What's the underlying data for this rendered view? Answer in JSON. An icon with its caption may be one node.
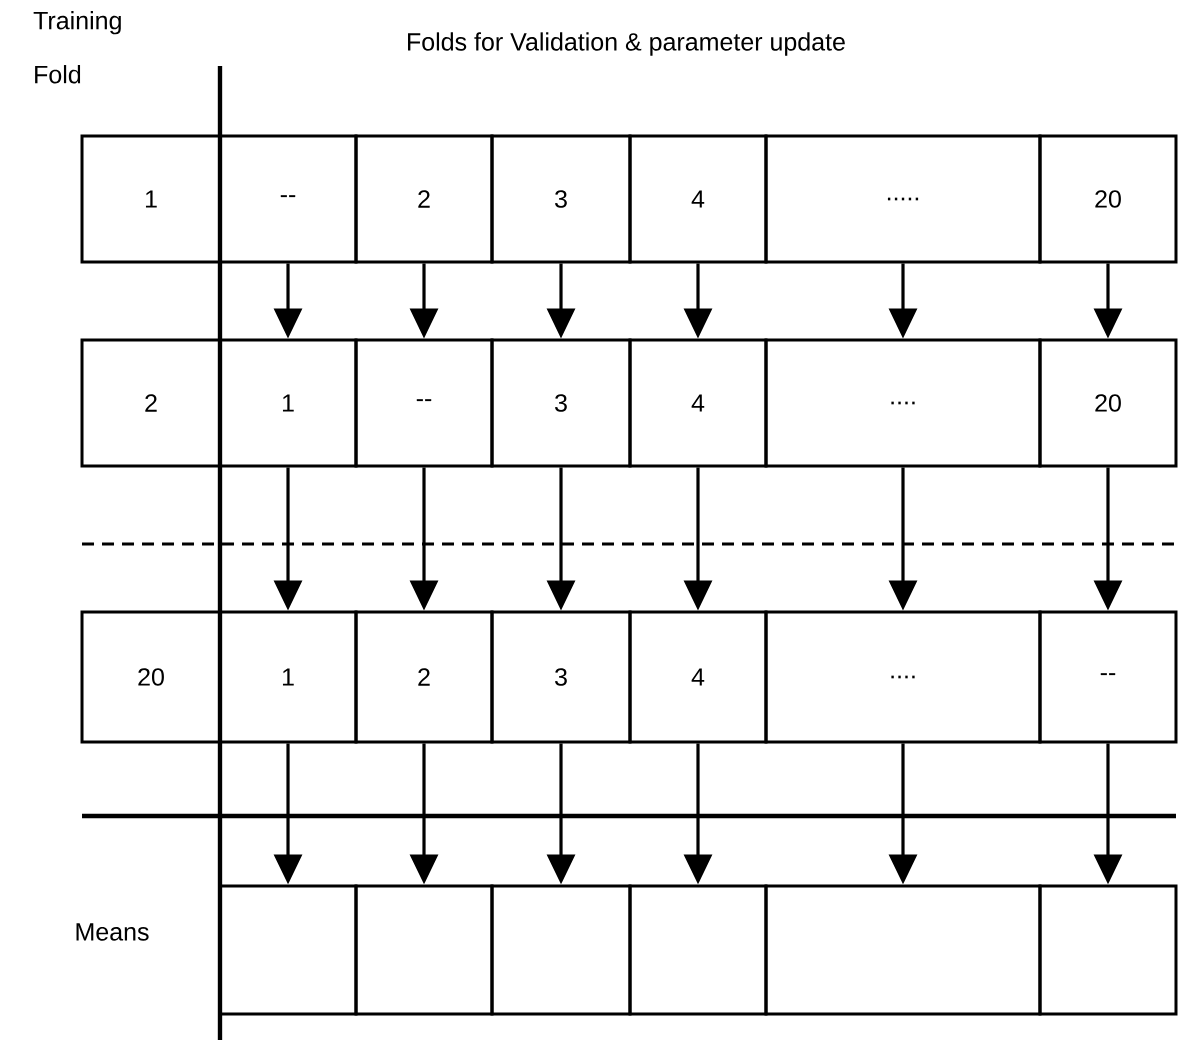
{
  "diagram": {
    "nodes": [
      {
        "text": [
          "1"
        ]
      },
      {
        "text": [
          "--"
        ]
      },
      {
        "text": [
          "2"
        ]
      },
      {
        "text": [
          "3"
        ]
      },
      {
        "text": [
          "4"
        ]
      },
      {
        "text": [
          "....."
        ]
      },
      {
        "text": [
          "20"
        ]
      },
      {
        "text": [
          "2"
        ]
      },
      {
        "text": [
          "1"
        ]
      },
      {
        "text": [
          "--"
        ]
      },
      {
        "text": [
          "3"
        ]
      },
      {
        "text": [
          "4"
        ]
      },
      {
        "text": [
          "...."
        ]
      },
      {
        "text": [
          "20"
        ]
      },
      {
        "text": [
          "20"
        ]
      },
      {
        "text": [
          "1"
        ]
      },
      {
        "text": [
          "2"
        ]
      },
      {
        "text": [
          "3"
        ]
      },
      {
        "text": [
          "4"
        ]
      },
      {
        "text": [
          "...."
        ]
      },
      {
        "text": [
          "--"
        ]
      },
      {
        "text": [],
        "shape": "box"
      },
      {
        "text": [],
        "shape": "box"
      },
      {
        "text": [],
        "shape": "box"
      },
      {
        "text": [],
        "shape": "box"
      },
      {
        "text": [],
        "shape": "box"
      },
      {
        "text": [],
        "shape": "box"
      }
    ],
    "edges": [
      {
        "from": 1,
        "to": 8,
        "arrow": "to"
      },
      {
        "from": 2,
        "to": 9,
        "arrow": "to"
      },
      {
        "from": 3,
        "to": 10,
        "arrow": "to"
      },
      {
        "from": 4,
        "to": 11,
        "arrow": "to"
      },
      {
        "from": 5,
        "to": 12,
        "arrow": "to"
      },
      {
        "from": 6,
        "to": 13,
        "arrow": "to"
      },
      {
        "from": 8,
        "to": 15,
        "arrow": "to"
      },
      {
        "from": 9,
        "to": 16,
        "arrow": "to"
      },
      {
        "from": 10,
        "to": 17,
        "arrow": "to"
      },
      {
        "from": 11,
        "to": 18,
        "arrow": "to"
      },
      {
        "from": 12,
        "to": 19,
        "arrow": "to"
      },
      {
        "from": 13,
        "to": 20,
        "arrow": "to"
      },
      {
        "from": 15,
        "to": 21,
        "arrow": "to"
      },
      {
        "from": 16,
        "to": 22,
        "arrow": "to"
      },
      {
        "from": 17,
        "to": 23,
        "arrow": "to"
      },
      {
        "from": 18,
        "to": 24,
        "arrow": "to"
      },
      {
        "from": 19,
        "to": 25,
        "arrow": "to"
      },
      {
        "from": 20,
        "to": 26,
        "arrow": "to"
      }
    ],
    "labels": [
      "Training Fold",
      "Folds for Validation & parameter update",
      "Means"
    ]
  }
}
